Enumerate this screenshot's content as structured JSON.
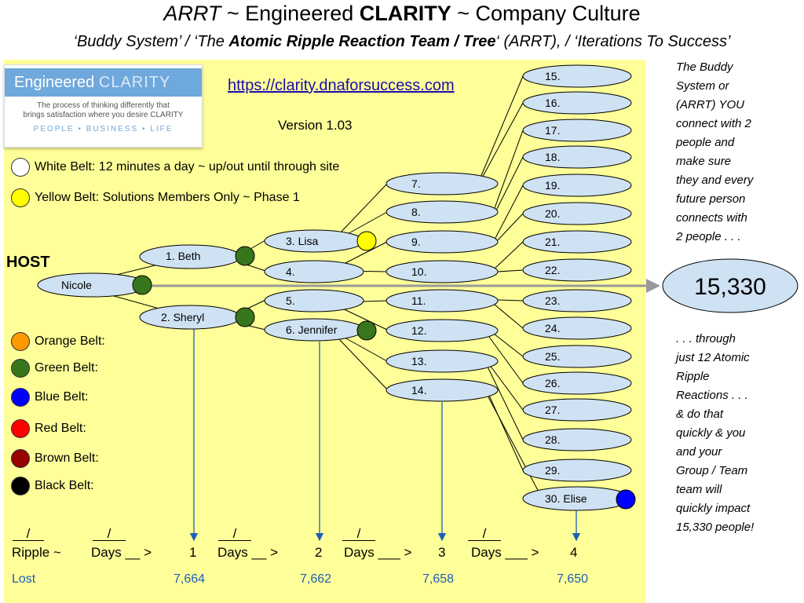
{
  "title": {
    "p1": "ARRT",
    "p2": " ~ Engineered ",
    "p3": "CLARITY",
    "p4": " ~ Company Culture"
  },
  "subtitle": {
    "p1": "‘Buddy System’ / ‘The ",
    "p2": "Atomic Ripple Reaction Team / Tree",
    "p3": "‘ (ARRT), / ‘Iterations To Success’"
  },
  "logo": {
    "name1": "Engineered",
    "name2": "CLARITY",
    "tagline1": "The process of thinking differently that",
    "tagline2": "brings satisfaction where you desire CLARITY",
    "pillars": "PEOPLE • BUSINESS • LIFE"
  },
  "url": "https://clarity.dnaforsuccess.com",
  "version": "Version 1.03",
  "belts_top": [
    {
      "label": "White Belt: 12 minutes a day ~ up/out until through site",
      "color": "#ffffff"
    },
    {
      "label": "Yellow Belt: Solutions Members Only ~ Phase 1",
      "color": "#ffff00"
    }
  ],
  "host_label": "HOST",
  "belts_legend": [
    {
      "label": "Orange Belt:",
      "color": "#ff9900"
    },
    {
      "label": "Green Belt:",
      "color": "#38761d"
    },
    {
      "label": "Blue Belt:",
      "color": "#0000ff"
    },
    {
      "label": "Red Belt:",
      "color": "#ff0000"
    },
    {
      "label": "Brown Belt:",
      "color": "#990000"
    },
    {
      "label": "Black Belt:",
      "color": "#000000"
    }
  ],
  "tree": {
    "root": "Nicole",
    "level1": [
      "1. Beth",
      "2. Sheryl"
    ],
    "level2": [
      "3. Lisa",
      "4.",
      "5.",
      "6. Jennifer"
    ],
    "level3": [
      "7.",
      "8.",
      "9.",
      "10.",
      "11.",
      "12.",
      "13.",
      "14."
    ],
    "level4": [
      "15.",
      "16.",
      "17.",
      "18.",
      "19.",
      "20.",
      "21.",
      "22.",
      "23.",
      "24.",
      "25.",
      "26.",
      "27.",
      "28.",
      "29.",
      "30. Elise"
    ]
  },
  "total": "15,330",
  "side_top": [
    "The Buddy",
    "System or",
    "(ARRT) YOU",
    "connect with 2",
    "people and",
    "make sure",
    "they and every",
    "future person",
    "connects with",
    "2 people . . ."
  ],
  "side_bottom": [
    ". . . through",
    "just 12 Atomic",
    "Ripple",
    "Reactions . . .",
    "& do that",
    "quickly & you",
    "and your",
    "Group / Team",
    "team will",
    "quickly impact",
    "15,330 people!"
  ],
  "bottom_row": {
    "fraction": "/",
    "ripple": "Ripple ~",
    "days1": "Days __ >",
    "days2": "Days __ >",
    "days3": "Days ___ >",
    "days4": "Days ___ >",
    "n1": "1",
    "n2": "2",
    "n3": "3",
    "n4": "4"
  },
  "lost_row": {
    "label": "Lost",
    "v1": "7,664",
    "v2": "7,662",
    "v3": "7,658",
    "v4": "7,650"
  },
  "colors": {
    "panel": "#ffff99",
    "node_fill": "#cfe2f3",
    "arrow": "#999999",
    "green": "#38761d",
    "yellow": "#ffff00",
    "blue": "#0000ff",
    "link_blue": "#1c5fb8"
  }
}
